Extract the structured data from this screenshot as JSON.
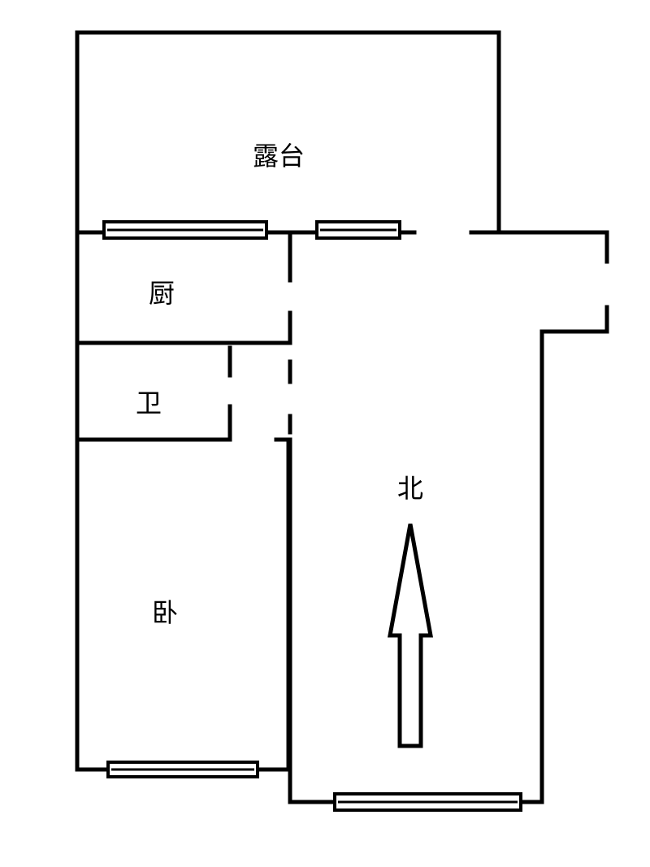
{
  "floor_plan": {
    "rooms": {
      "terrace": "露台",
      "kitchen": "厨",
      "bathroom": "卫",
      "bedroom": "卧"
    },
    "north_label": "北",
    "colors": {
      "wall": "#000000",
      "background": "#ffffff"
    }
  }
}
